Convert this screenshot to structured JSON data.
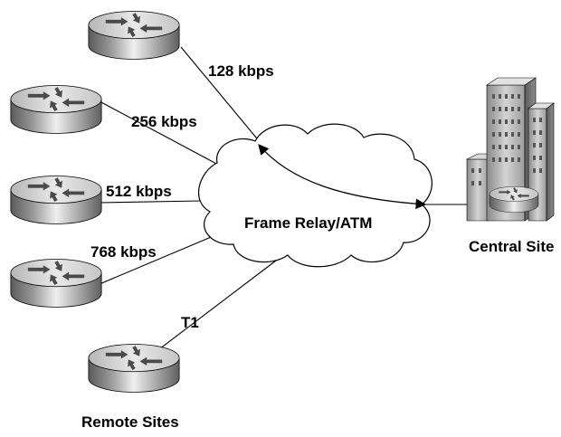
{
  "diagram": {
    "cloud_label": "Frame Relay/ATM",
    "central_site_label": "Central Site",
    "remote_sites_label": "Remote Sites",
    "links": [
      {
        "speed": "128 kbps"
      },
      {
        "speed": "256 kbps"
      },
      {
        "speed": "512 kbps"
      },
      {
        "speed": "768 kbps"
      },
      {
        "speed": "T1"
      }
    ],
    "colors": {
      "stroke": "#000000",
      "cloud_fill": "#ffffff",
      "router_dark": "#6e6e6e",
      "router_light": "#e6e6e6",
      "building_dark": "#7a7a7a",
      "building_light": "#c8c8c8"
    },
    "icons": [
      "router-icon",
      "building-icon",
      "cloud-icon"
    ]
  }
}
